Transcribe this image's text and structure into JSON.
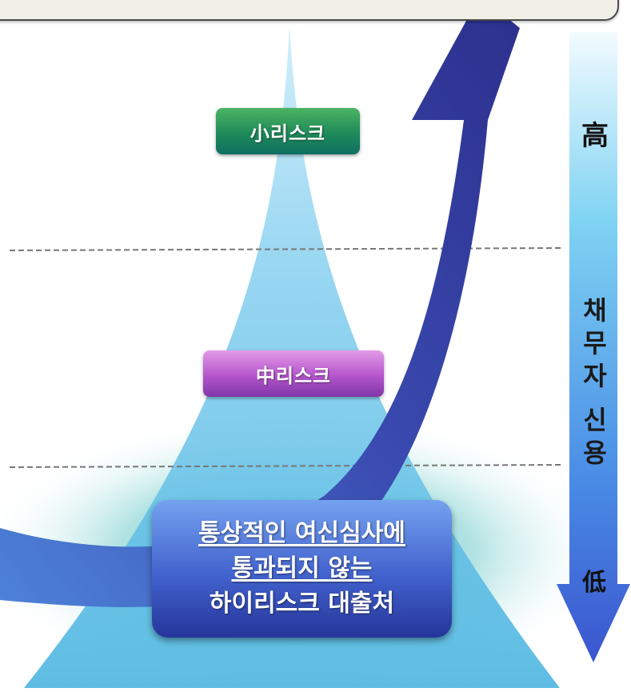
{
  "labels": {
    "small_risk": "小리스크",
    "mid_risk": "中리스크",
    "high_risk_line1": "통상적인 여신심사에",
    "high_risk_line2": "통과되지 않는",
    "high_risk_line3": "하이리스크 대출처"
  },
  "credit_axis": {
    "high": "高",
    "title": "채무자 신용",
    "low": "低"
  },
  "colors": {
    "small_risk": "#1f8a5a",
    "mid_risk": "#b455cc",
    "high_risk": "#4262cd",
    "curved_arrow": "#3a3f9e",
    "credit_arrow_top": "#e8f8ff",
    "credit_arrow_bottom": "#3f5fd8",
    "pyramid": "#6cc6ea",
    "glow": "#5fc0c0"
  }
}
